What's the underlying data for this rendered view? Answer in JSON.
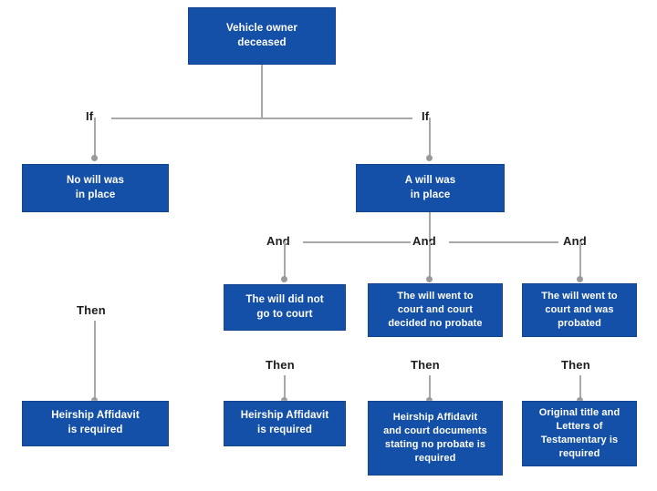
{
  "diagram": {
    "title": "Vehicle owner deceased decision flowchart",
    "colors": {
      "node_fill": "#1450a8",
      "node_border": "#15458f",
      "node_text": "#ffffff",
      "connector": "#a8a8a8",
      "label_text": "#1d1d1d",
      "background": "#ffffff"
    },
    "nodes": {
      "root": "Vehicle owner deceased",
      "no_will": "No will was in place",
      "a_will": "A will was in place",
      "will_no_court": "The will did not go to court",
      "will_court_no_probate": "The will went to court and court decided no probate",
      "will_court_probated": "The will went to court and was probated",
      "outcome_no_will": "Heirship Affidavit is required",
      "outcome_no_court": "Heirship Affidavit is required",
      "outcome_no_probate": "Heirship Affidavit and court documents stating no probate is required",
      "outcome_probated": "Original title and Letters of Testamentary is required"
    },
    "node_lines": {
      "root": [
        "Vehicle owner",
        "deceased"
      ],
      "no_will": [
        "No will was",
        "in place"
      ],
      "a_will": [
        "A will was",
        "in place"
      ],
      "will_no_court": [
        "The will did not",
        "go to court"
      ],
      "will_court_no_probate": [
        "The will went to",
        "court and court",
        "decided no probate"
      ],
      "will_court_probated": [
        "The will went to",
        "court and was",
        "probated"
      ],
      "outcome_no_will": [
        "Heirship Affidavit",
        "is required"
      ],
      "outcome_no_court": [
        "Heirship Affidavit",
        "is required"
      ],
      "outcome_no_probate": [
        "Heirship Affidavit",
        "and court documents",
        "stating no probate is",
        "required"
      ],
      "outcome_probated": [
        "Original title and",
        "Letters of",
        "Testamentary is",
        "required"
      ]
    },
    "edge_labels": {
      "if_left": "If",
      "if_right": "If",
      "and_one": "And",
      "and_two": "And",
      "and_three": "And",
      "then_one": "Then",
      "then_two": "Then",
      "then_three": "Then",
      "then_four": "Then"
    }
  }
}
